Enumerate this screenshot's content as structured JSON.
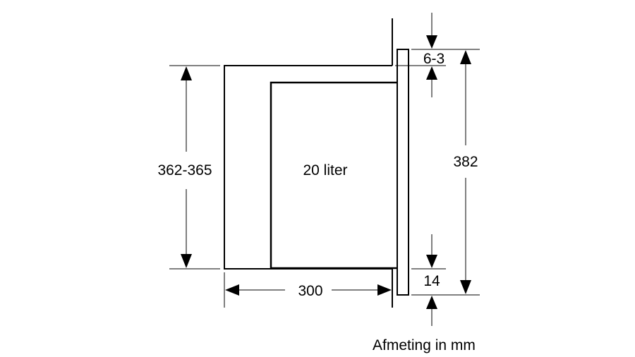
{
  "labels": {
    "cavity_height": "362-365",
    "volume": "20 liter",
    "front_height": "382",
    "top_gap": "6-3",
    "bottom_gap": "14",
    "depth": "300"
  },
  "caption": "Afmeting in mm"
}
